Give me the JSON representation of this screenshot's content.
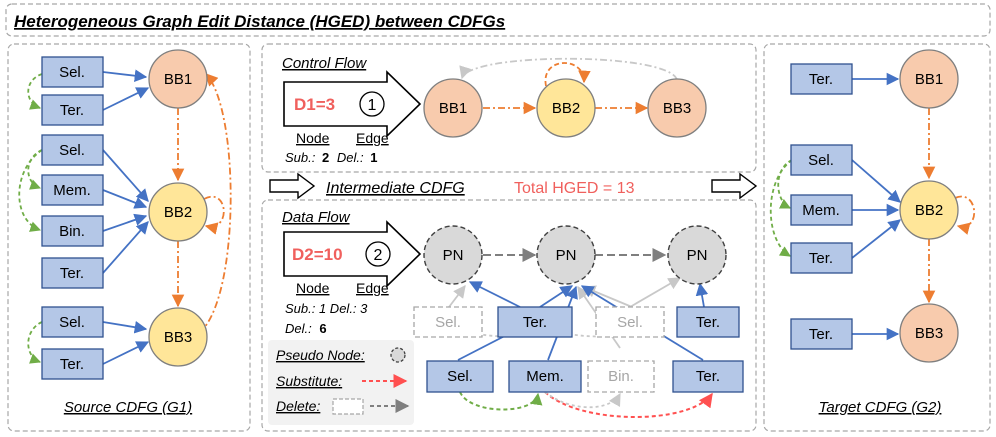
{
  "title": "Heterogeneous Graph Edit Distance (HGED) between CDFGs",
  "source": {
    "caption": "Source CDFG (G1)",
    "instr": [
      "Sel.",
      "Ter.",
      "Sel.",
      "Mem.",
      "Bin.",
      "Ter.",
      "Sel.",
      "Ter."
    ],
    "blocks": [
      "BB1",
      "BB2",
      "BB3"
    ]
  },
  "control_flow": {
    "label": "Control Flow",
    "distance": "D1=3",
    "circle": "1",
    "node_label": "Node",
    "edge_label": "Edge",
    "sub_label": "Sub.:",
    "sub_value": "2",
    "del_label": "Del.:",
    "del_value": "1",
    "blocks": [
      "BB1",
      "BB2",
      "BB3"
    ]
  },
  "intermediate": {
    "label": "Intermediate CDFG",
    "total": "Total HGED = 13"
  },
  "data_flow": {
    "label": "Data Flow",
    "distance": "D2=10",
    "circle": "2",
    "node_label": "Node",
    "edge_label": "Edge",
    "sub_line": "Sub.: 1 Del.: 3",
    "del_label": "Del.:",
    "del_value": "6",
    "pn": [
      "PN",
      "PN",
      "PN"
    ],
    "row1": [
      "Sel.",
      "Ter.",
      "Sel.",
      "Ter."
    ],
    "row2": [
      "Sel.",
      "Mem.",
      "Bin.",
      "Ter."
    ]
  },
  "legend": {
    "pseudo": "Pseudo Node:",
    "substitute": "Substitute:",
    "delete": "Delete:"
  },
  "target": {
    "caption": "Target CDFG (G2)",
    "instr": [
      "Ter.",
      "Sel.",
      "Mem.",
      "Ter.",
      "Ter."
    ],
    "blocks": [
      "BB1",
      "BB2",
      "BB3"
    ]
  },
  "colors": {
    "instr_fill": "#b4c7e7",
    "instr_stroke": "#2f528f",
    "blue_edge": "#4472c4",
    "bb1_fill": "#f8cbad",
    "bb2_fill": "#ffe699",
    "orange": "#ed7d31",
    "green": "#70ad47",
    "red": "#ff5050",
    "pn_fill": "#d9d9d9",
    "distance_red": "#f0605d"
  }
}
